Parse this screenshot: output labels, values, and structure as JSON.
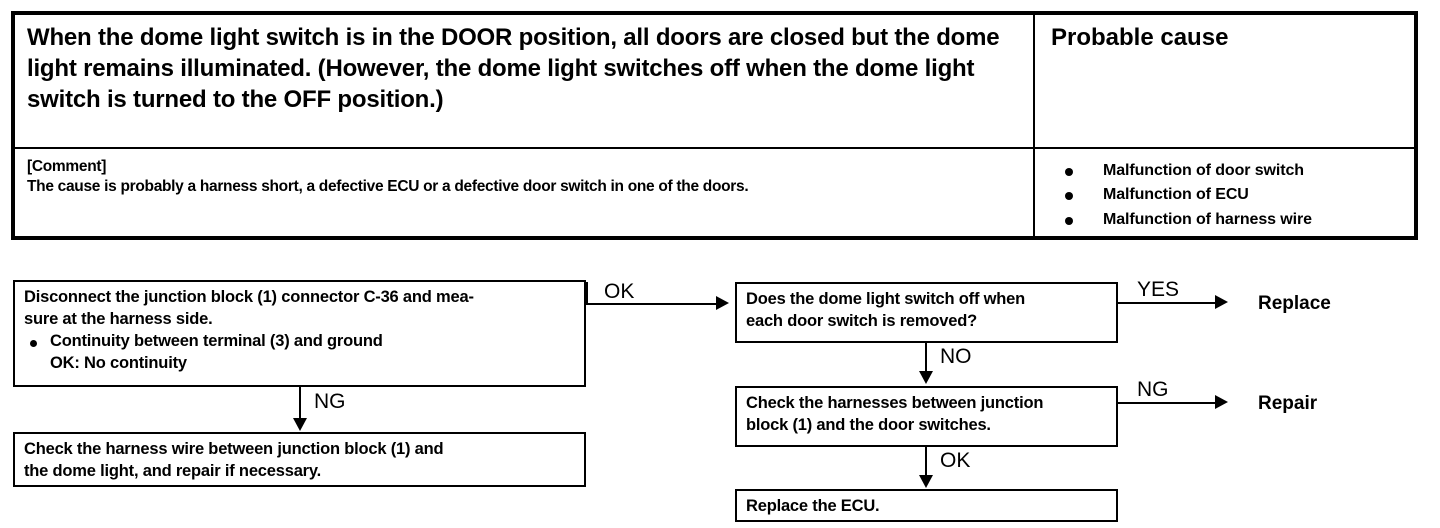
{
  "table": {
    "symptom": {
      "title": "When the dome light switch is in the DOOR position, all doors are closed but the dome light remains illuminated.  (However, the dome light switches off when the dome light switch is turned to the OFF position.)"
    },
    "probable_cause_header": "Probable cause",
    "comment": {
      "label": "[Comment]",
      "text": "The cause is probably a harness short, a defective ECU or a defective door switch in one of the doors."
    },
    "causes": [
      "Malfunction of door switch",
      "Malfunction of ECU",
      "Malfunction of harness wire"
    ]
  },
  "flowchart": {
    "box_disconnect": {
      "line1": "Disconnect the junction block (1) connector C-36 and mea-",
      "line2": "sure at the harness side.",
      "bullet": "Continuity between terminal (3) and ground",
      "ok_label": "OK:",
      "ok_value": " No continuity"
    },
    "box_check_harness_wire": {
      "line1": "Check the harness wire between junction block (1) and",
      "line2": "the dome light, and repair if necessary."
    },
    "box_does_switch_off": {
      "line1": "Does the dome light switch off when",
      "line2": "each door switch is removed?"
    },
    "box_check_harnesses": {
      "line1": "Check the harnesses between junction",
      "line2": "block (1) and the door switches."
    },
    "box_replace_ecu": {
      "line1": "Replace the ECU."
    },
    "connectors": {
      "ok": "OK",
      "ng": "NG",
      "no": "NO",
      "ok2": "OK",
      "yes": "YES",
      "ng2": "NG"
    },
    "results": {
      "replace": "Replace",
      "repair": "Repair"
    }
  },
  "colors": {
    "ink": "#000000",
    "paper": "#ffffff"
  }
}
